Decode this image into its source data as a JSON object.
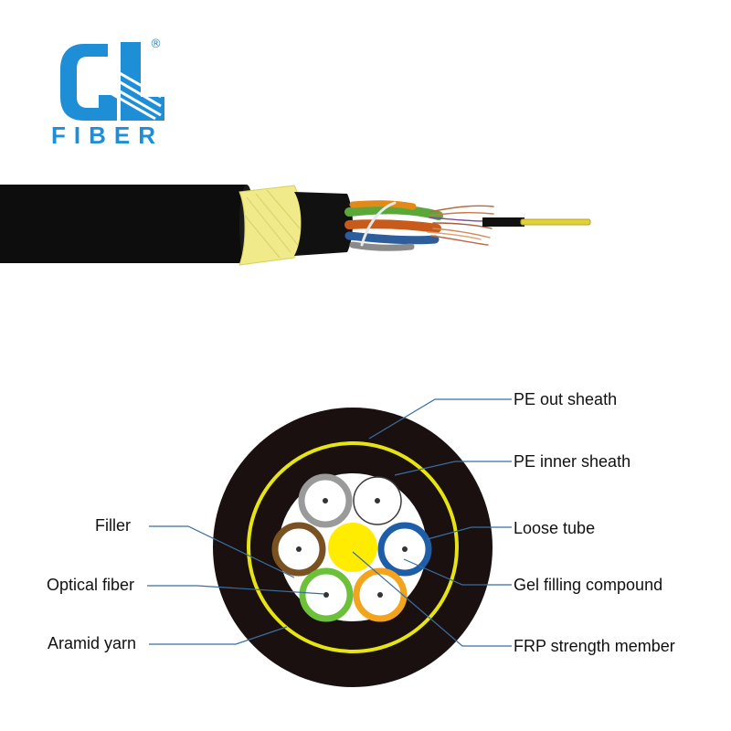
{
  "logo": {
    "text": "FIBER",
    "mark_letters": "GL",
    "registered_symbol": "®",
    "color": "#1e8fd6"
  },
  "colors": {
    "sheath": "#1a1010",
    "aramid": "#f2f07a",
    "inner_ring": "#e7e414",
    "frp": "#ffec00",
    "leader": "#3a6ea0",
    "tubes": [
      "#9a9a9a",
      "#ffffff",
      "#7a5222",
      "#1e5ea8",
      "#6cc03a",
      "#f2a41c"
    ]
  },
  "labels": {
    "pe_out_sheath": "PE out sheath",
    "pe_inner_sheath": "PE inner sheath",
    "loose_tube": "Loose tube",
    "gel_filling_compound": "Gel filling compound",
    "frp_strength_member": "FRP strength member",
    "filler": "Filler",
    "optical_fiber": "Optical fiber",
    "aramid_yarn": "Aramid yarn"
  }
}
